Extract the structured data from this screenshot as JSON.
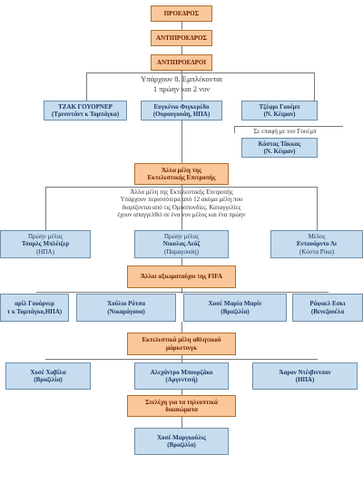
{
  "top": {
    "president": "ΠΡΟΕΔΡΟΣ",
    "vice_president": "ΑΝΤΙΠΡΟΕΔΡΟΣ",
    "vice_president_2": "ΑΝΤΙΠΡΟΕΔΡΟΙ"
  },
  "implicated_note": {
    "line1": "Υπάρχουν 8. Εμπλέκονται",
    "line2": "1 πρώην και 2 νυν"
  },
  "row1": [
    {
      "name": "ΤΖΑΚ ΓΟΥΟΡΝΕΡ",
      "detail": "(Τρινιντάντ κ Τομπάγκο)"
    },
    {
      "name": "Ευγκένιο Φιγκερέδο",
      "detail": "(Ουρουγουάη, ΗΠΑ)"
    },
    {
      "name": "Τζέφρι Γουέμπ",
      "detail": "(Ν. Κέιμαν)"
    }
  ],
  "webb_note": "Σε επαφή με τον Γουέμπ",
  "tikkis": {
    "name": "Κόστας Τάκκας",
    "detail": "(Ν. Κέιμαν)"
  },
  "exco_header": {
    "line1": "Άλλα μέλη της",
    "line2": "Εκτελεστικής Επιτροπής"
  },
  "exco_note": {
    "line1": "Άλλα μέλη της Εκτελεστικής Επιτροπής",
    "line2": "Υπάρχουν περισσότερα από 12 ακόμα μέλη που",
    "line3": "διορίζονται από τις Ομοσπονδίες. Καταγγελίες",
    "line4": "έχουν απαγγελθεί σε ένα νυν μέλος και ένα πρώην"
  },
  "exco_members": [
    {
      "role": "Πρώην μέλος",
      "name": "Τσαρλς Μπλέιζερ",
      "detail": "(ΗΠΑ)"
    },
    {
      "role": "Πρώην μέλος",
      "name": "Νικολας Λεόζ",
      "detail": "(Παραγουάη)"
    },
    {
      "role": "Μέλος",
      "name": "Εντουάρντο Λι",
      "detail": "(Κόστα Ρίκα)"
    }
  ],
  "officials_header": "Άλλοι αξιωματούχοι της FIFA",
  "officials": [
    {
      "name": "αρίλ Γουόρνερ",
      "detail": "τ κ Τομπάγκο,ΗΠΑ)"
    },
    {
      "name": "Χούλιο Ρότσα",
      "detail": "(Νικαράγουα)"
    },
    {
      "name": "Χοσέ Μαρία Μαρίν",
      "detail": "(Βραζιλία)"
    },
    {
      "name": "Ράφαελ Εσκι",
      "detail": "(Βενεζουέλα"
    }
  ],
  "marketing_header": {
    "line1": "Εκτελεστικά μέλη αθλητικού",
    "line2": "μάρκετινγκ"
  },
  "marketing": [
    {
      "name": "Χοσέ Χαβίλα",
      "detail": "(Βραζιλία)"
    },
    {
      "name": "Αλεχάντρο Μπουρζάκο",
      "detail": "(Αργεντινή)"
    },
    {
      "name": "Άαρον Ντέιβιντσον",
      "detail": "(ΗΠΑ)"
    }
  ],
  "tv_header": {
    "line1": "Στελέχη για τα τηλεοπτικά",
    "line2": "δικαιώματα"
  },
  "tv": {
    "name": "Χοσέ Μαργκούλις",
    "detail": "(Βραζιλία)"
  },
  "colors": {
    "orange_fill": "#f9c79a",
    "orange_border": "#b0702e",
    "blue_fill": "#c7dcef",
    "blue_border": "#6f8ea8"
  }
}
